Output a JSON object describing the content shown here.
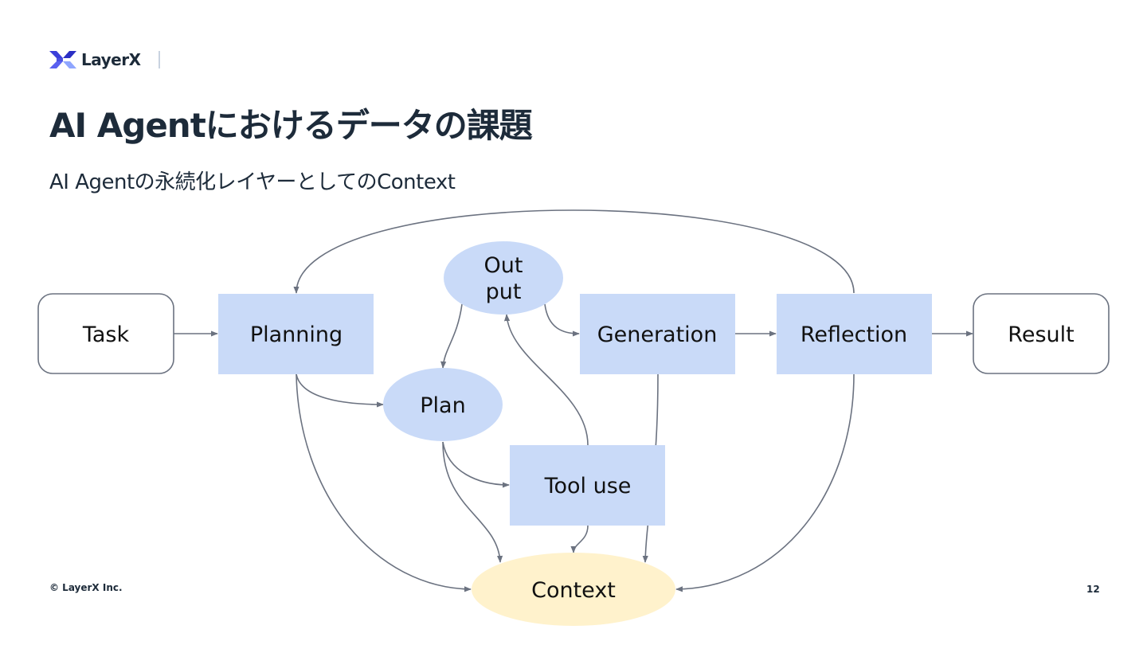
{
  "header": {
    "logo_text": "LayerX",
    "logo_icon": "layerx-logo-icon",
    "title": "AI Agentにおけるデータの課題",
    "subtitle": "AI Agentの永続化レイヤーとしてのContext"
  },
  "diagram": {
    "colors": {
      "process_fill": "#c9daf8",
      "terminal_fill": "#ffffff",
      "terminal_stroke": "#6b7280",
      "context_fill": "#fff2cc",
      "arrow": "#6b7280"
    },
    "nodes": {
      "task": "Task",
      "planning": "Planning",
      "output_line1": "Out",
      "output_line2": "put",
      "generation": "Generation",
      "reflection": "Reflection",
      "result": "Result",
      "plan": "Plan",
      "tool_use": "Tool use",
      "context": "Context"
    }
  },
  "footer": {
    "copyright": "© LayerX Inc.",
    "page_number": "12"
  }
}
